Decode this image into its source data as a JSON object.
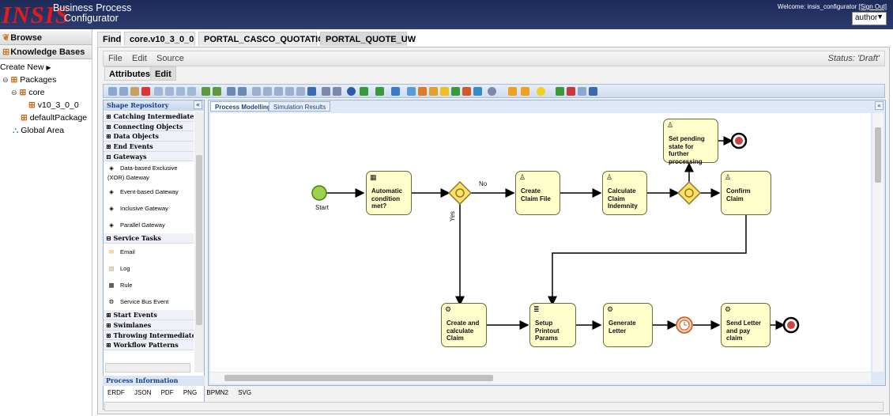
{
  "header": {
    "logo_text": "INSIS",
    "app_title_line1": "Business Process",
    "app_title_line2": "Configurator",
    "welcome_text": "Welcome: insis_configurator",
    "sign_out": "[Sign Out]",
    "role": "author"
  },
  "leftnav": {
    "browse": "Browse",
    "knowledge_bases": "Knowledge Bases",
    "create_new": "Create New",
    "tree": [
      "Packages",
      "core",
      "v10_3_0_0",
      "defaultPackage",
      "Global Area"
    ]
  },
  "tabs": [
    "Find",
    "core.v10_3_0_0",
    "PORTAL_CASCO_QUOTATION",
    "PORTAL_QUOTE_UW"
  ],
  "editor": {
    "menu": [
      "File",
      "Edit",
      "Source"
    ],
    "status": "Status: 'Draft'",
    "subtabs": [
      "Attributes",
      "Edit"
    ]
  },
  "repository": {
    "title": "Shape Repository",
    "groups_top": [
      "Catching Intermediate Event",
      "Connecting Objects",
      "Data Objects",
      "End Events",
      "Gateways"
    ],
    "gateway_items": [
      "Data-based Exclusive (XOR) Gateway",
      "Event-based Gateway",
      "Inclusive Gateway",
      "Parallel Gateway"
    ],
    "service_tasks_group": "Service Tasks",
    "service_items": [
      "Email",
      "Log",
      "Rule",
      "Service Bus Event"
    ],
    "groups_bottom": [
      "Start Events",
      "Swimlanes",
      "Throwing Intermediate Even",
      "Workflow Patterns"
    ],
    "process_information": "Process Information",
    "formats": [
      "ERDF",
      "JSON",
      "PDF",
      "PNG",
      "BPMN2",
      "SVG"
    ]
  },
  "canvas_tabs": [
    "Process Modelling",
    "Simulation Results"
  ],
  "diagram": {
    "start_label": "Start",
    "no_label": "No",
    "yes_label": "Yes",
    "tasks": {
      "automatic": "Automatic condition met?",
      "create_claim_file": "Create Claim File",
      "calculate_indemnity": "Calculate Claim Indemnity",
      "confirm_claim": "Confirm Claim",
      "set_pending": "Set pending state for further processing",
      "create_calculate": "Create and calculate Claim",
      "setup_printout": "Setup Printout Params",
      "generate_letter": "Generate Letter",
      "send_letter": "Send Letter and pay claim"
    }
  },
  "colors": {
    "header_bg": "#1d2b5a",
    "logo": "#e31b1b",
    "task_fill": "#ffffcc",
    "gateway_fill": "#ffe066",
    "start_fill": "#9bd14b",
    "end_fill": "#222222"
  }
}
